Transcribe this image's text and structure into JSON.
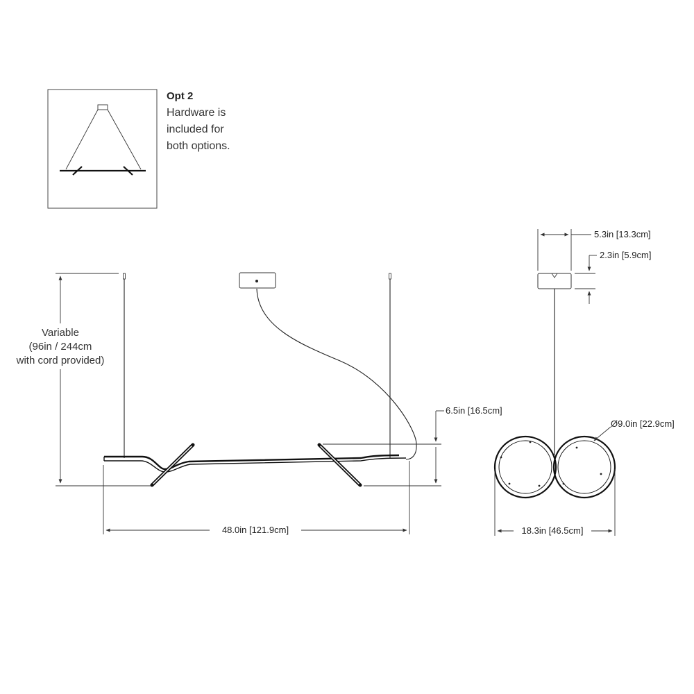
{
  "option_note": {
    "title": "Opt 2",
    "lines": [
      "Hardware is",
      "included for",
      "both options."
    ]
  },
  "dimensions": {
    "variable_height": [
      "Variable",
      "(96in / 244cm",
      "with cord provided)"
    ],
    "length": "48.0in [121.9cm]",
    "body_height": "6.5in [16.5cm]",
    "canopy_width": "5.3in [13.3cm]",
    "canopy_height": "2.3in [5.9cm]",
    "ring_diameter": "Ø9.0in [22.9cm]",
    "overall_width": "18.3in [46.5cm]"
  },
  "colors": {
    "line": "#333333",
    "fixture": "#111111"
  }
}
